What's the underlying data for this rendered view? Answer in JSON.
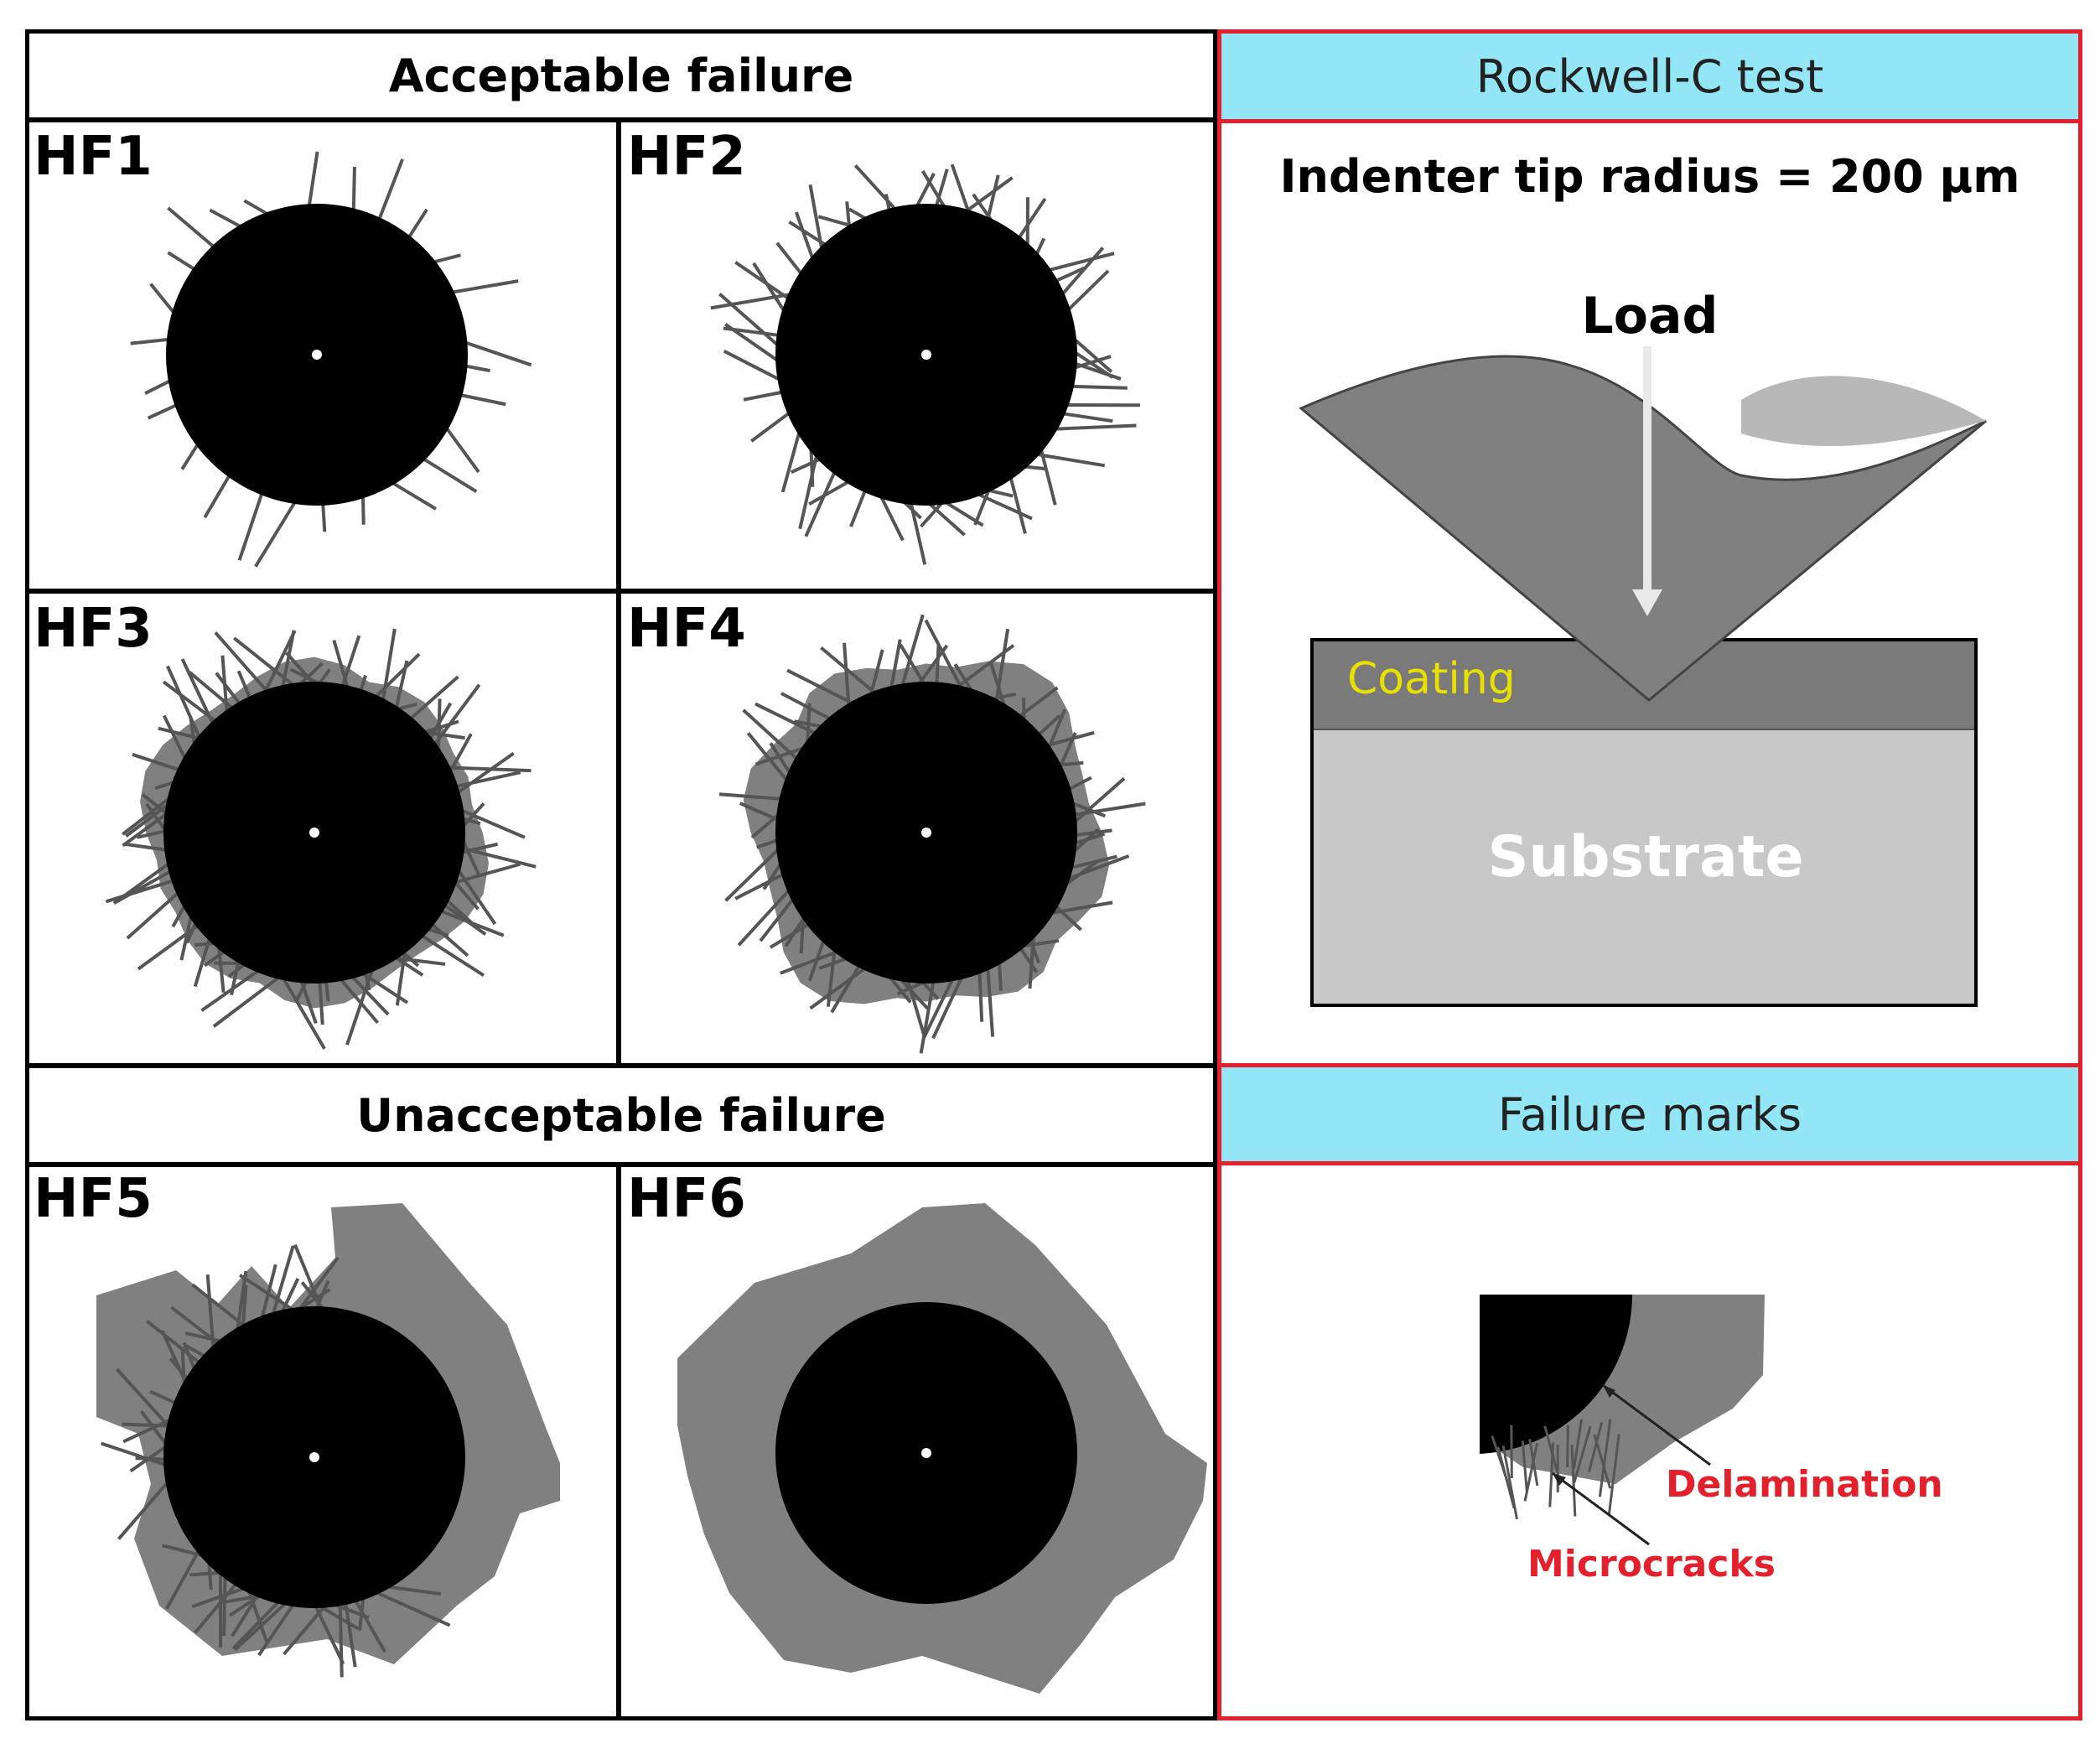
{
  "left": {
    "acceptable_title": "Acceptable failure",
    "unacceptable_title": "Unacceptable failure",
    "panels": [
      {
        "label": "HF1"
      },
      {
        "label": "HF2"
      },
      {
        "label": "HF3"
      },
      {
        "label": "HF4"
      },
      {
        "label": "HF5"
      },
      {
        "label": "HF6"
      }
    ]
  },
  "right": {
    "rockwell_title": "Rockwell-C test",
    "indenter_text": "Indenter tip radius = 200 μm",
    "load_label": "Load",
    "coating_label": "Coating",
    "substrate_label": "Substrate",
    "failure_marks_title": "Failure marks",
    "delamination_label": "Delamination",
    "microcracks_label": "Microcracks"
  },
  "colors": {
    "header_cyan": "#92e6f5",
    "frame_red": "#e3202b",
    "delamination_grey": "#808080",
    "coating_grey": "#7a7a7a",
    "substrate_grey": "#c8c8c8",
    "coating_text": "#e8e000",
    "annotation_red": "#e3202b"
  }
}
